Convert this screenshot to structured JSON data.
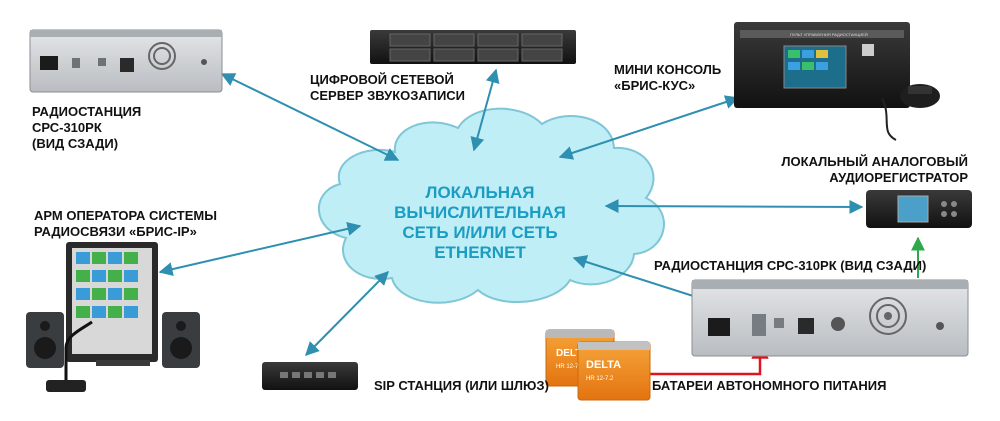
{
  "colors": {
    "network_arrow": "#2e8fb0",
    "power_arrow_red": "#e0141e",
    "signal_arrow_green": "#2da84a",
    "cloud_fill": "#bfeef6",
    "cloud_stroke": "#7fc6d6",
    "cloud_text": "#1a9cc3",
    "label_text": "#111111",
    "battery_orange": "#f28a1a"
  },
  "cloud": {
    "label": "ЛОКАЛЬНАЯ\nВЫЧИСЛИТЕЛЬНАЯ\nСЕТЬ И/ИЛИ СЕТЬ\nETHERNET"
  },
  "nodes": {
    "radio_top": {
      "label": "РАДИОСТАНЦИЯ\nСРС-310РК\n(ВИД СЗАДИ)"
    },
    "server": {
      "label": "ЦИФРОВОЙ СЕТЕВОЙ\nСЕРВЕР ЗВУКОЗАПИСИ"
    },
    "mini_console": {
      "label": "МИНИ КОНСОЛЬ\n«БРИС-КУС»",
      "panel_text": "ПУЛЬТ УПРАВЛЕНИЯ РАДИОСТАНЦИЕЙ"
    },
    "recorder": {
      "label": "ЛОКАЛЬНЫЙ АНАЛОГОВЫЙ\nАУДИОРЕГИСТРАТОР"
    },
    "workstation": {
      "label": "АРМ ОПЕРАТОРА СИСТЕМЫ\nРАДИОСВЯЗИ «БРИС-IP»"
    },
    "radio_bottom": {
      "label": "РАДИОСТАНЦИЯ СРС-310РК (ВИД СЗАДИ)"
    },
    "sip": {
      "label": "SIP СТАНЦИЯ (ИЛИ ШЛЮЗ)"
    },
    "batteries": {
      "label": "БАТАРЕИ АВТОНОМНОГО ПИТАНИЯ",
      "brand": "DELTA",
      "model": "HR 12-7.2"
    }
  }
}
